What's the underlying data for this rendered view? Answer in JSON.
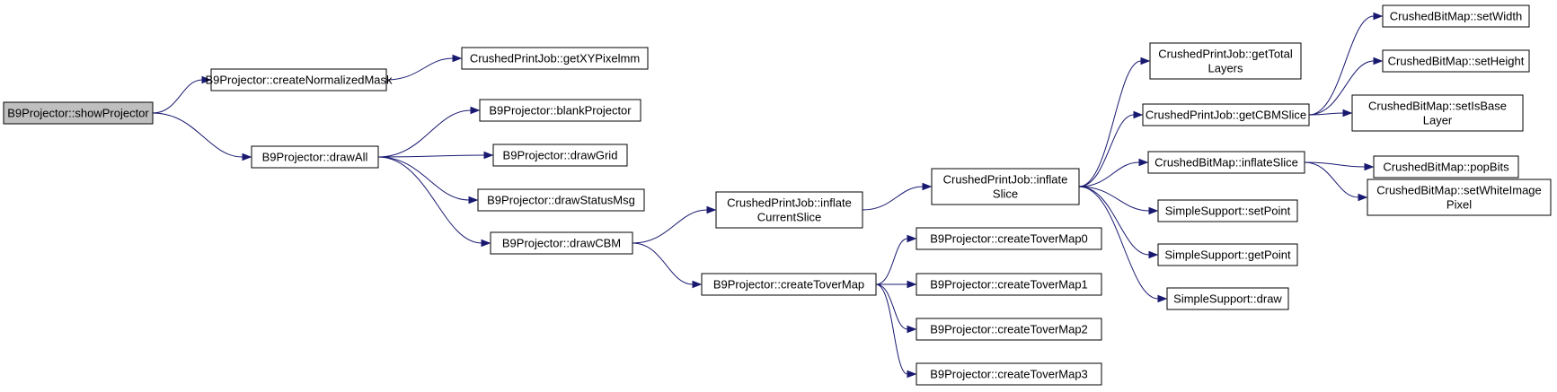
{
  "nodes": {
    "showProjector": {
      "lines": [
        "B9Projector::showProjector"
      ],
      "root": true
    },
    "createNormalizedMask": {
      "lines": [
        "B9Projector::createNormalizedMask"
      ]
    },
    "getXYPixelmm": {
      "lines": [
        "CrushedPrintJob::getXYPixelmm"
      ]
    },
    "drawAll": {
      "lines": [
        "B9Projector::drawAll"
      ]
    },
    "blankProjector": {
      "lines": [
        "B9Projector::blankProjector"
      ]
    },
    "drawGrid": {
      "lines": [
        "B9Projector::drawGrid"
      ]
    },
    "drawStatusMsg": {
      "lines": [
        "B9Projector::drawStatusMsg"
      ]
    },
    "drawCBM": {
      "lines": [
        "B9Projector::drawCBM"
      ]
    },
    "inflateCurrentSlice": {
      "lines": [
        "CrushedPrintJob::inflate",
        "CurrentSlice"
      ]
    },
    "createToverMap": {
      "lines": [
        "B9Projector::createToverMap"
      ]
    },
    "createToverMap0": {
      "lines": [
        "B9Projector::createToverMap0"
      ]
    },
    "createToverMap1": {
      "lines": [
        "B9Projector::createToverMap1"
      ]
    },
    "createToverMap2": {
      "lines": [
        "B9Projector::createToverMap2"
      ]
    },
    "createToverMap3": {
      "lines": [
        "B9Projector::createToverMap3"
      ]
    },
    "inflateSlice": {
      "lines": [
        "CrushedPrintJob::inflate",
        "Slice"
      ]
    },
    "getTotalLayers": {
      "lines": [
        "CrushedPrintJob::getTotal",
        "Layers"
      ]
    },
    "getCBMSlice": {
      "lines": [
        "CrushedPrintJob::getCBMSlice"
      ]
    },
    "cbmInflateSlice": {
      "lines": [
        "CrushedBitMap::inflateSlice"
      ]
    },
    "setPoint": {
      "lines": [
        "SimpleSupport::setPoint"
      ]
    },
    "getPoint": {
      "lines": [
        "SimpleSupport::getPoint"
      ]
    },
    "draw": {
      "lines": [
        "SimpleSupport::draw"
      ]
    },
    "setWidth": {
      "lines": [
        "CrushedBitMap::setWidth"
      ]
    },
    "setHeight": {
      "lines": [
        "CrushedBitMap::setHeight"
      ]
    },
    "setIsBaseLayer": {
      "lines": [
        "CrushedBitMap::setIsBase",
        "Layer"
      ]
    },
    "popBits": {
      "lines": [
        "CrushedBitMap::popBits"
      ]
    },
    "setWhiteImagePixel": {
      "lines": [
        "CrushedBitMap::setWhiteImage",
        "Pixel"
      ]
    }
  },
  "edges": [
    [
      "showProjector",
      "createNormalizedMask"
    ],
    [
      "showProjector",
      "drawAll"
    ],
    [
      "createNormalizedMask",
      "getXYPixelmm"
    ],
    [
      "drawAll",
      "blankProjector"
    ],
    [
      "drawAll",
      "drawGrid"
    ],
    [
      "drawAll",
      "drawStatusMsg"
    ],
    [
      "drawAll",
      "drawCBM"
    ],
    [
      "drawCBM",
      "inflateCurrentSlice"
    ],
    [
      "drawCBM",
      "createToverMap"
    ],
    [
      "inflateCurrentSlice",
      "inflateSlice"
    ],
    [
      "createToverMap",
      "createToverMap0"
    ],
    [
      "createToverMap",
      "createToverMap1"
    ],
    [
      "createToverMap",
      "createToverMap2"
    ],
    [
      "createToverMap",
      "createToverMap3"
    ],
    [
      "inflateSlice",
      "getTotalLayers"
    ],
    [
      "inflateSlice",
      "getCBMSlice"
    ],
    [
      "inflateSlice",
      "cbmInflateSlice"
    ],
    [
      "inflateSlice",
      "setPoint"
    ],
    [
      "inflateSlice",
      "getPoint"
    ],
    [
      "inflateSlice",
      "draw"
    ],
    [
      "getCBMSlice",
      "setWidth"
    ],
    [
      "getCBMSlice",
      "setHeight"
    ],
    [
      "getCBMSlice",
      "setIsBaseLayer"
    ],
    [
      "cbmInflateSlice",
      "popBits"
    ],
    [
      "cbmInflateSlice",
      "setWhiteImagePixel"
    ]
  ],
  "colors": {
    "edge": "#191970",
    "root_fill": "#bfbfbf",
    "node_fill": "#ffffff"
  }
}
